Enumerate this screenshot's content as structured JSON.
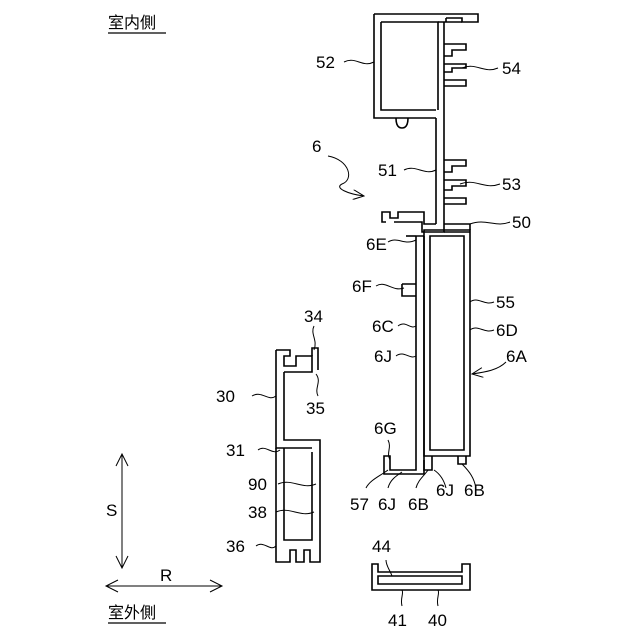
{
  "header": {
    "indoor_side": "室内側",
    "outdoor_side": "室外側"
  },
  "axes": {
    "vertical_label": "S",
    "horizontal_label": "R"
  },
  "labels": {
    "l52": "52",
    "l54": "54",
    "l6": "6",
    "l51": "51",
    "l53": "53",
    "l50": "50",
    "l6E": "6E",
    "l6F": "6F",
    "l55": "55",
    "l6C": "6C",
    "l6D": "6D",
    "l6J": "6J",
    "l6A": "6A",
    "l34": "34",
    "l30": "30",
    "l35": "35",
    "l6G": "6G",
    "l31": "31",
    "l90": "90",
    "l38": "38",
    "l36": "36",
    "l57": "57",
    "l6J_b1": "6J",
    "l6B_b1": "6B",
    "l6J_b2": "6J",
    "l6B_b2": "6B",
    "l44": "44",
    "l41": "41",
    "l40": "40"
  }
}
